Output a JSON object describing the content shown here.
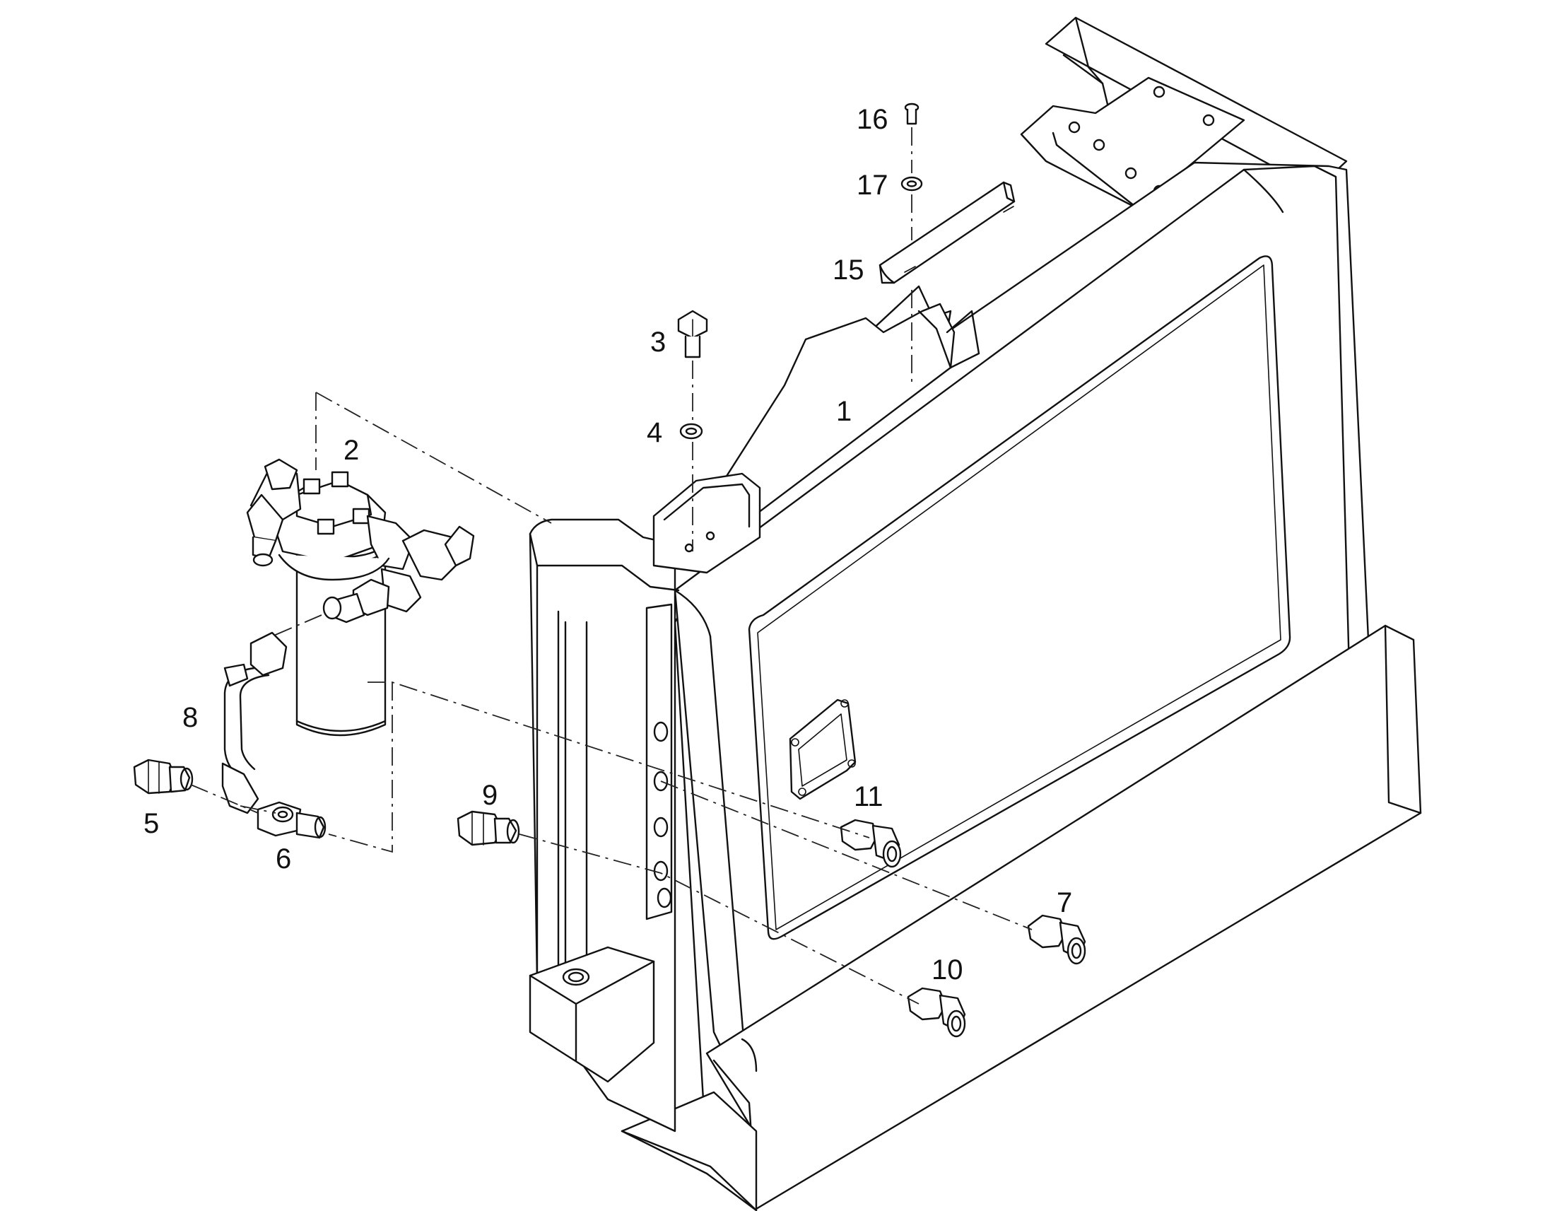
{
  "diagram": {
    "colors": {
      "line": "#111111",
      "background": "#ffffff"
    },
    "callouts": {
      "c1": "1",
      "c2": "2",
      "c3": "3",
      "c4": "4",
      "c5": "5",
      "c6": "6",
      "c7": "7",
      "c8": "8",
      "c9": "9",
      "c10": "10",
      "c11": "11",
      "c15": "15",
      "c16": "16",
      "c17": "17"
    }
  }
}
